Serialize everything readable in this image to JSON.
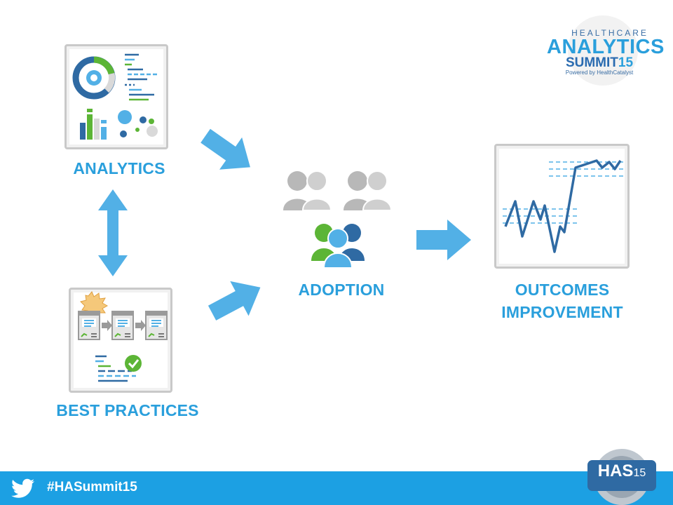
{
  "labels": {
    "analytics": "ANALYTICS",
    "best_practices": "BEST PRACTICES",
    "adoption": "ADOPTION",
    "outcomes_line1": "OUTCOMES",
    "outcomes_line2": "IMPROVEMENT"
  },
  "logo": {
    "line1": "HEALTHCARE",
    "line2": "ANALYTICS",
    "line3": "SUMMIT",
    "line3_suffix": "15",
    "line4": "Powered by HealthCatalyst"
  },
  "footer": {
    "hashtag": "#HASummit15",
    "badge": "HAS",
    "badge_suffix": "15"
  },
  "icons": {
    "analytics": "analytics-dashboard-icon",
    "best_practices": "workflow-checklist-icon",
    "adoption": "people-group-icon",
    "outcomes": "line-chart-icon",
    "twitter": "twitter-bird-icon"
  },
  "colors": {
    "accent": "#2a9fdc",
    "arrow": "#52b0e6",
    "dark_blue": "#2f6aa3",
    "green": "#5cb536",
    "footer": "#1ca0e3"
  }
}
